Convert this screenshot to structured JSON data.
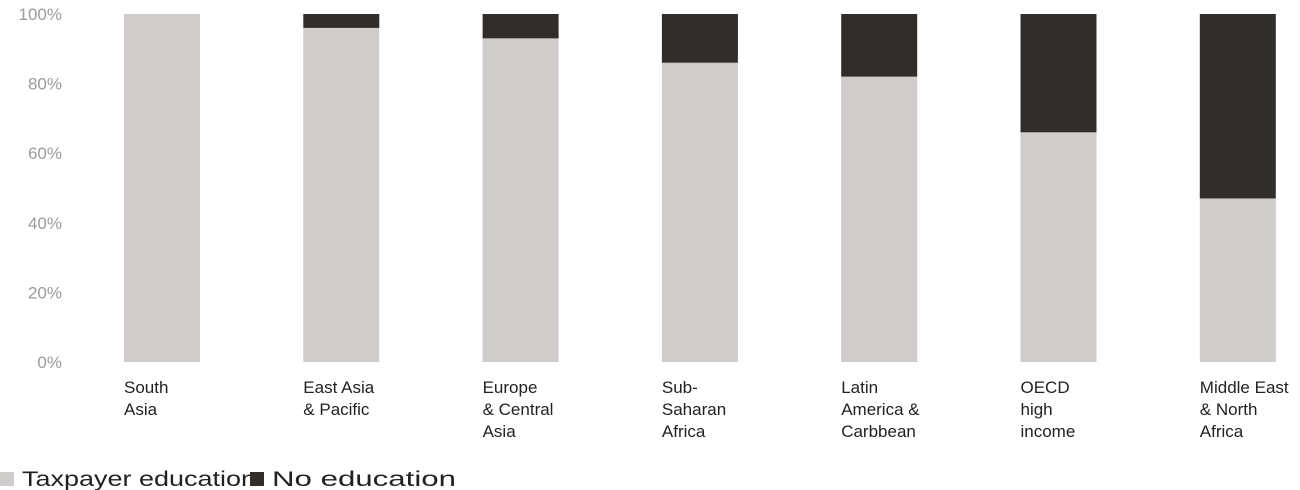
{
  "chart_data": {
    "type": "bar",
    "stacked": true,
    "categories": [
      [
        "South",
        "Asia"
      ],
      [
        "East Asia",
        "& Pacific"
      ],
      [
        "Europe",
        "& Central",
        "Asia"
      ],
      [
        "Sub-",
        "Saharan",
        "Africa"
      ],
      [
        "Latin",
        "America &",
        "Carbbean"
      ],
      [
        "OECD",
        "high",
        "income"
      ],
      [
        "Middle East",
        "& North",
        "Africa"
      ]
    ],
    "series": [
      {
        "name": "Taxpayer education",
        "color": "#d0cccb",
        "values": [
          100,
          96,
          93,
          86,
          82,
          66,
          47
        ]
      },
      {
        "name": "No education",
        "color": "#302d2b",
        "values": [
          0,
          4,
          7,
          14,
          18,
          34,
          53
        ]
      }
    ],
    "ylim": [
      0,
      100
    ],
    "yticks": [
      0,
      20,
      40,
      60,
      80,
      100
    ],
    "ytick_labels": [
      "0%",
      "20%",
      "40%",
      "60%",
      "80%",
      "100%"
    ],
    "grid": false,
    "legend_position": "bottom-left"
  }
}
